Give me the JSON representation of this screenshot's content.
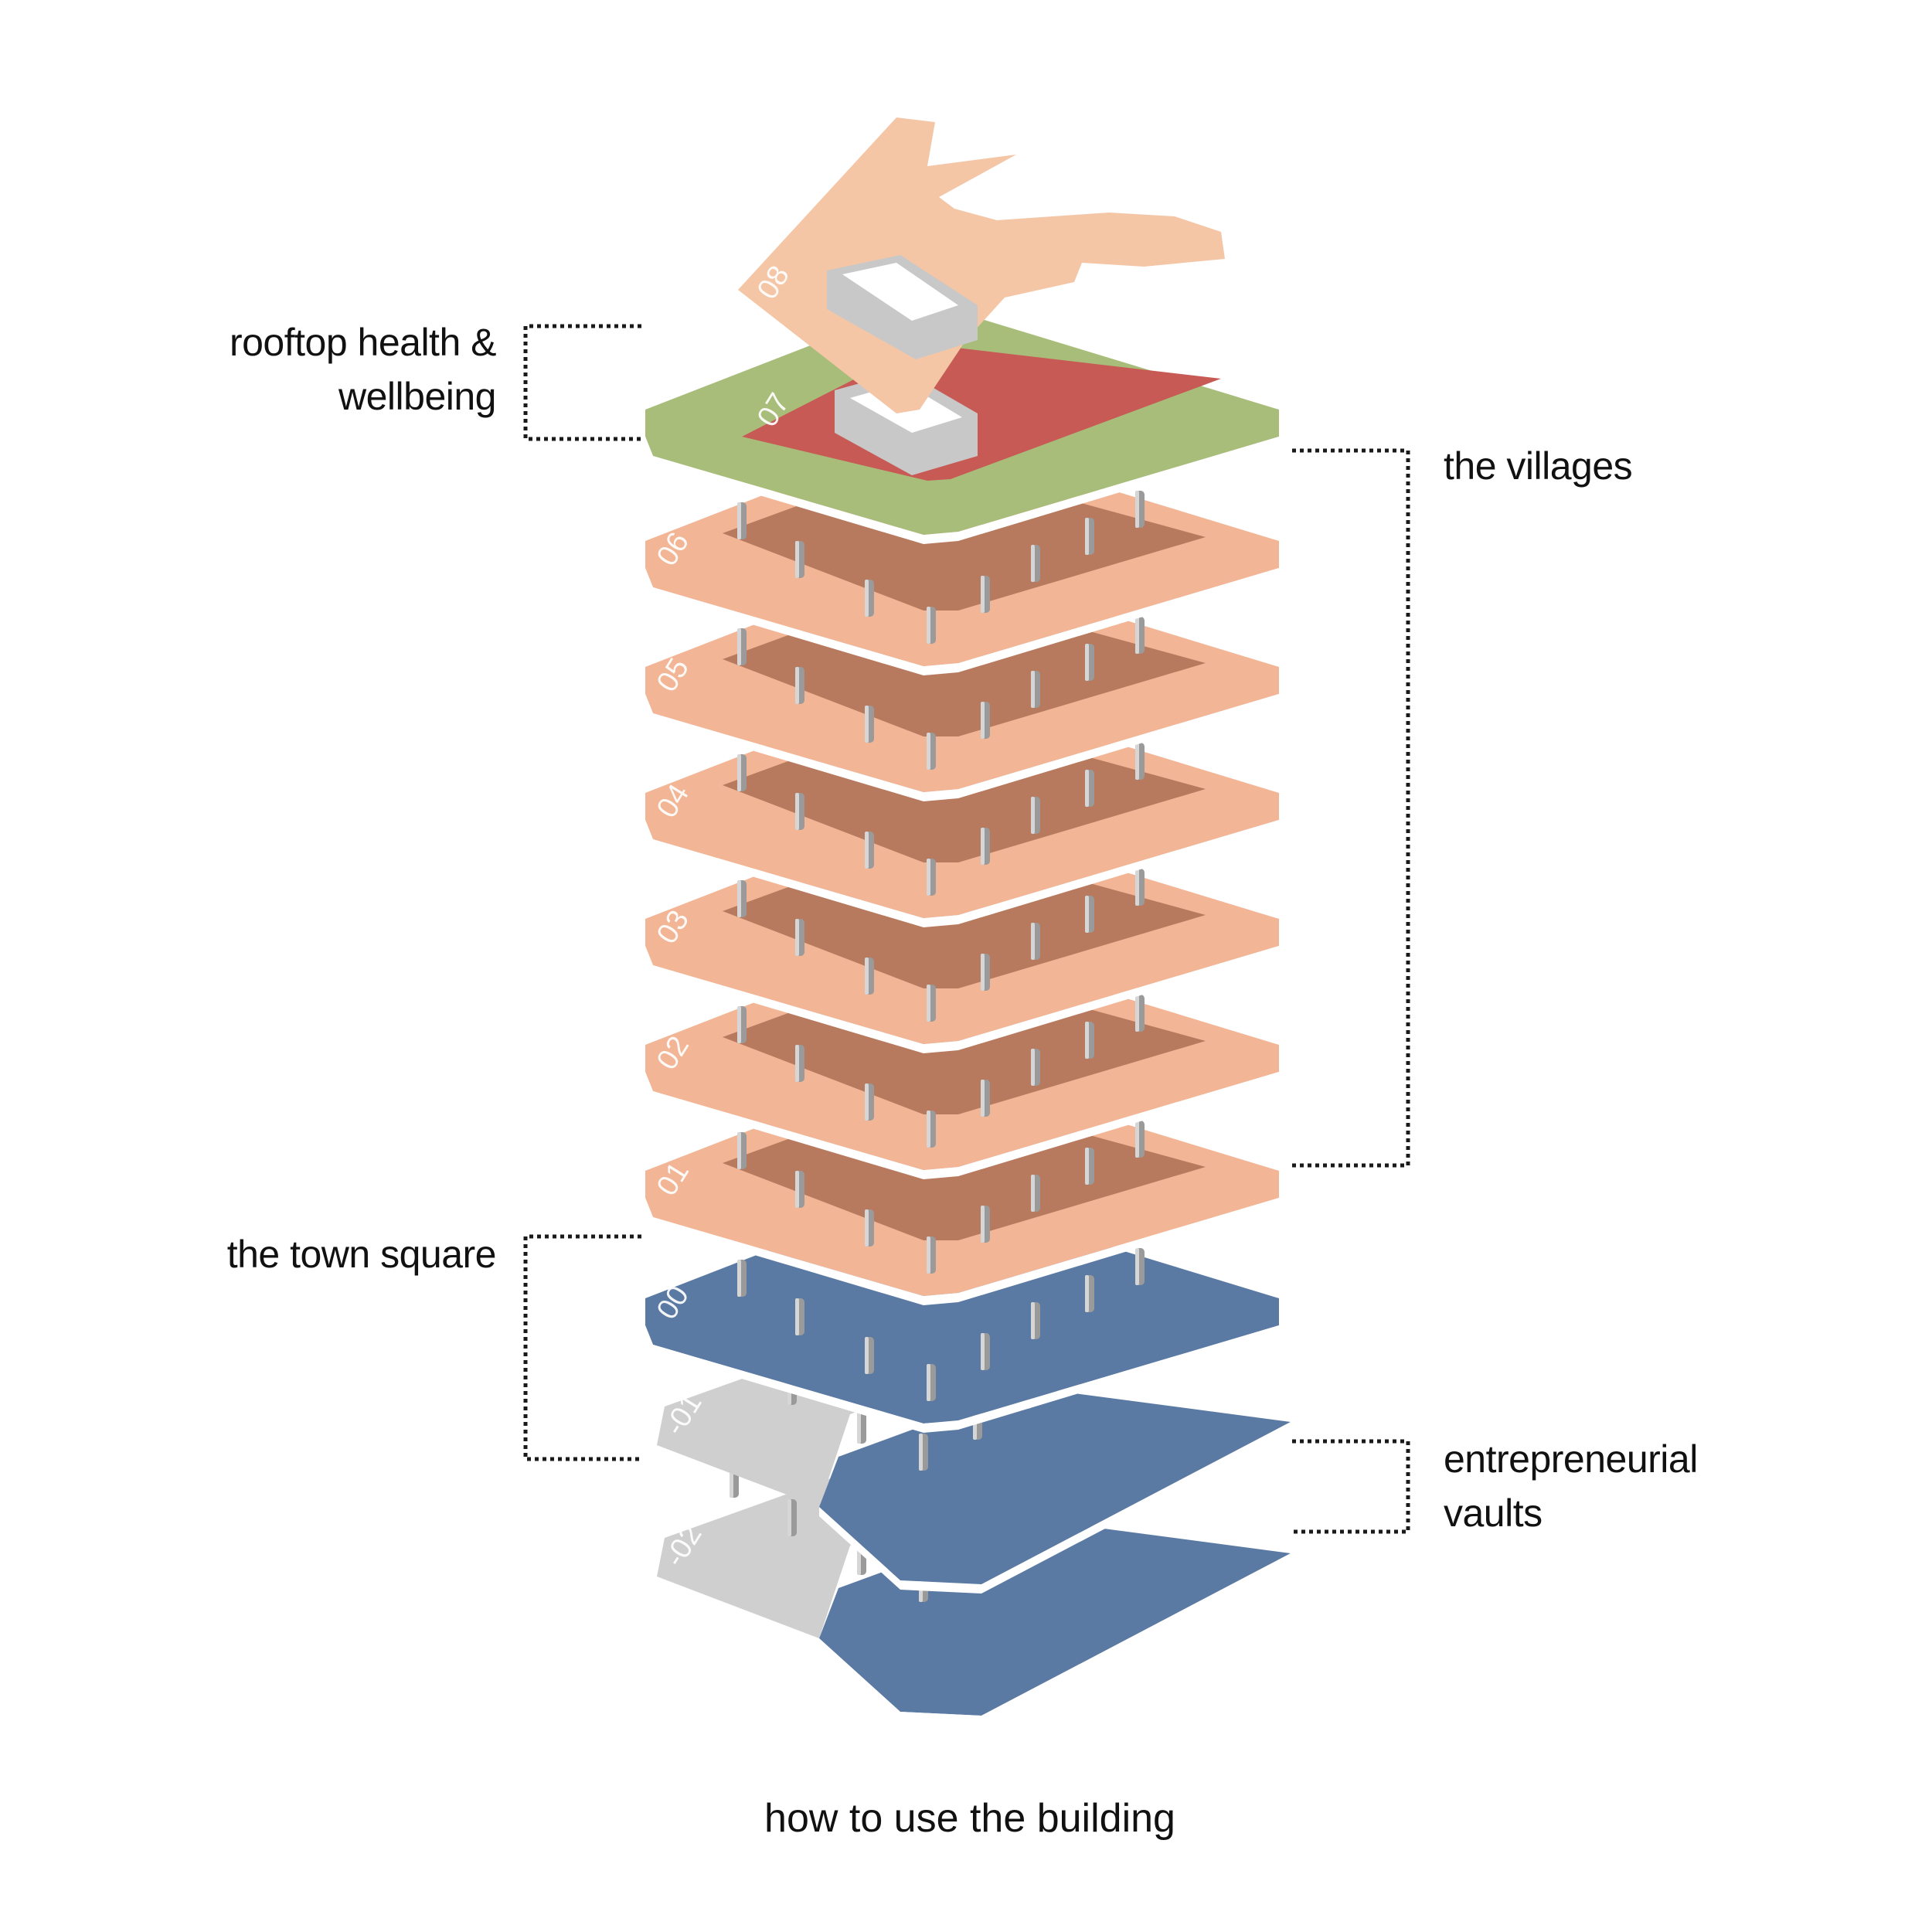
{
  "title": "how to use the building",
  "zones": {
    "rooftop": {
      "line1": "rooftop health &",
      "line2": "wellbeing"
    },
    "villages": {
      "line1": "the villages"
    },
    "town_square": {
      "line1": "the town square"
    },
    "vaults": {
      "line1": "entrepreneurial",
      "line2": "vaults"
    }
  },
  "floors": [
    "08",
    "07",
    "06",
    "05",
    "04",
    "03",
    "02",
    "01",
    "00",
    "-01",
    "-02"
  ],
  "colors": {
    "roof": "#f4c6a6",
    "green": "#a9bd7a",
    "red": "#c75a55",
    "village_top": "#f2b595",
    "village_under": "#b87a5e",
    "blue": "#5b7aa3",
    "grey": "#cfcfcf"
  }
}
